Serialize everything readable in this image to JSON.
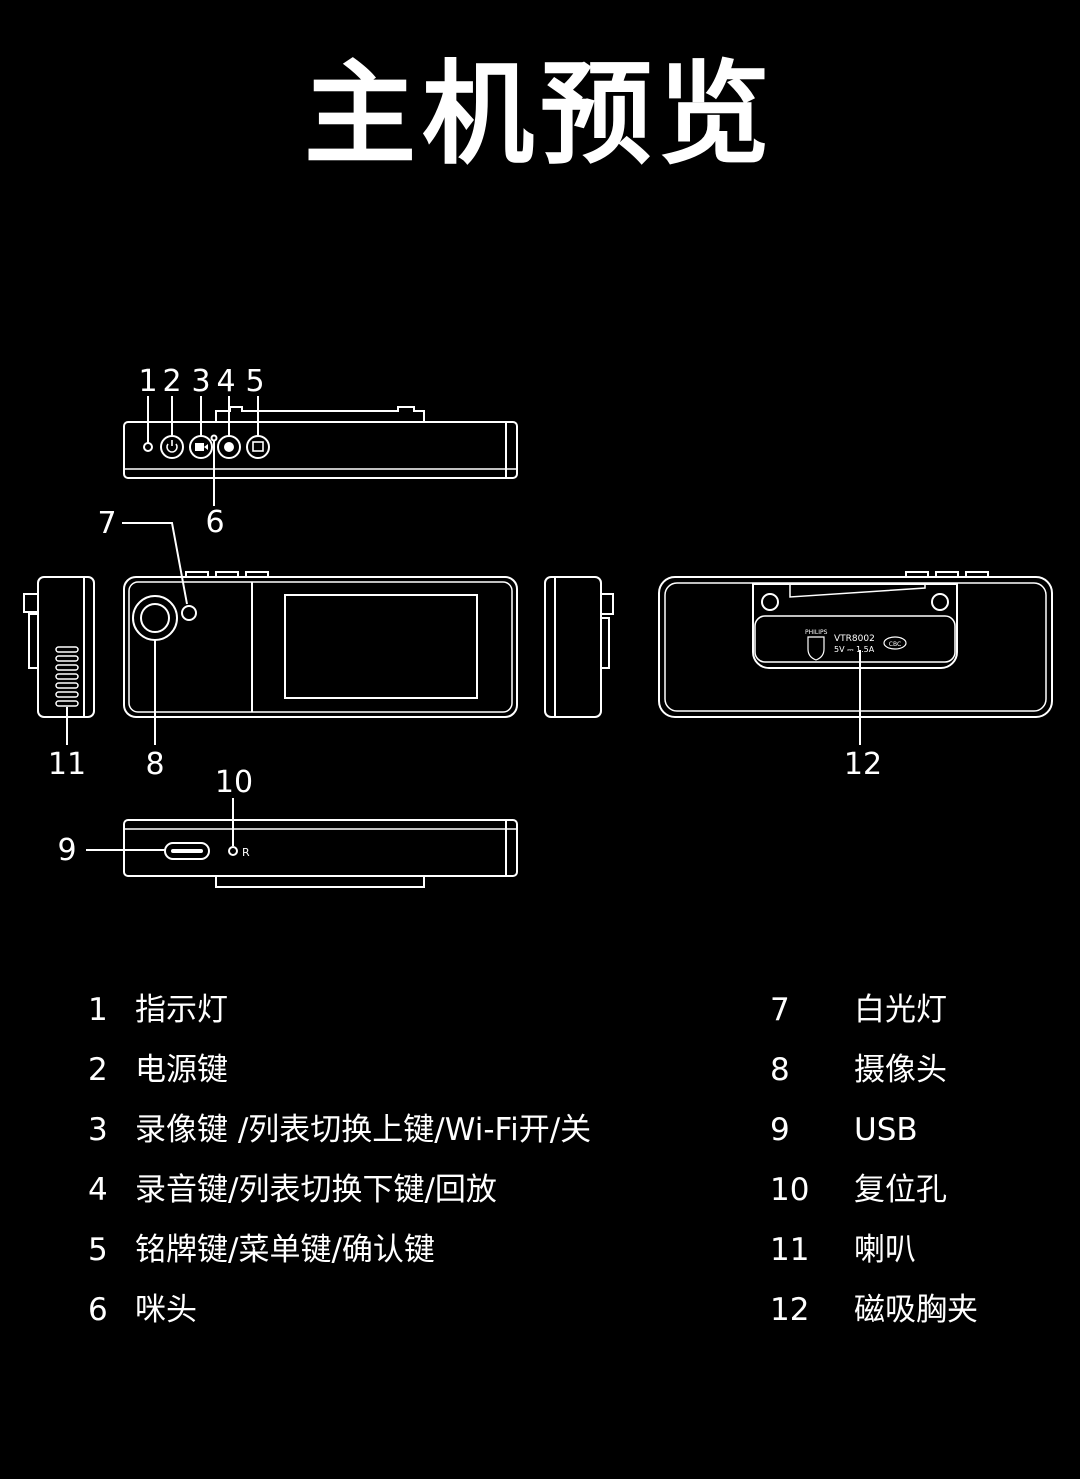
{
  "title": "主机预览",
  "callouts": [
    "1",
    "2",
    "3",
    "4",
    "5",
    "6",
    "7",
    "8",
    "9",
    "10",
    "11",
    "12"
  ],
  "nameplate": {
    "brand": "PHILIPS",
    "model": "VTR8002",
    "rating": "5V ⎓ 1.5A",
    "mark": "CBC"
  },
  "reset_mark": "R",
  "legend": [
    {
      "num": "1",
      "label": "指示灯"
    },
    {
      "num": "2",
      "label": "电源键"
    },
    {
      "num": "3",
      "label": "录像键 /列表切换上键/Wi-Fi开/关"
    },
    {
      "num": "4",
      "label": "录音键/列表切换下键/回放"
    },
    {
      "num": "5",
      "label": "铭牌键/菜单键/确认键"
    },
    {
      "num": "6",
      "label": "咪头"
    },
    {
      "num": "7",
      "label": "白光灯"
    },
    {
      "num": "8",
      "label": "摄像头"
    },
    {
      "num": "9",
      "label": "USB"
    },
    {
      "num": "10",
      "label": "复位孔"
    },
    {
      "num": "11",
      "label": "喇叭"
    },
    {
      "num": "12",
      "label": "磁吸胸夹"
    }
  ]
}
